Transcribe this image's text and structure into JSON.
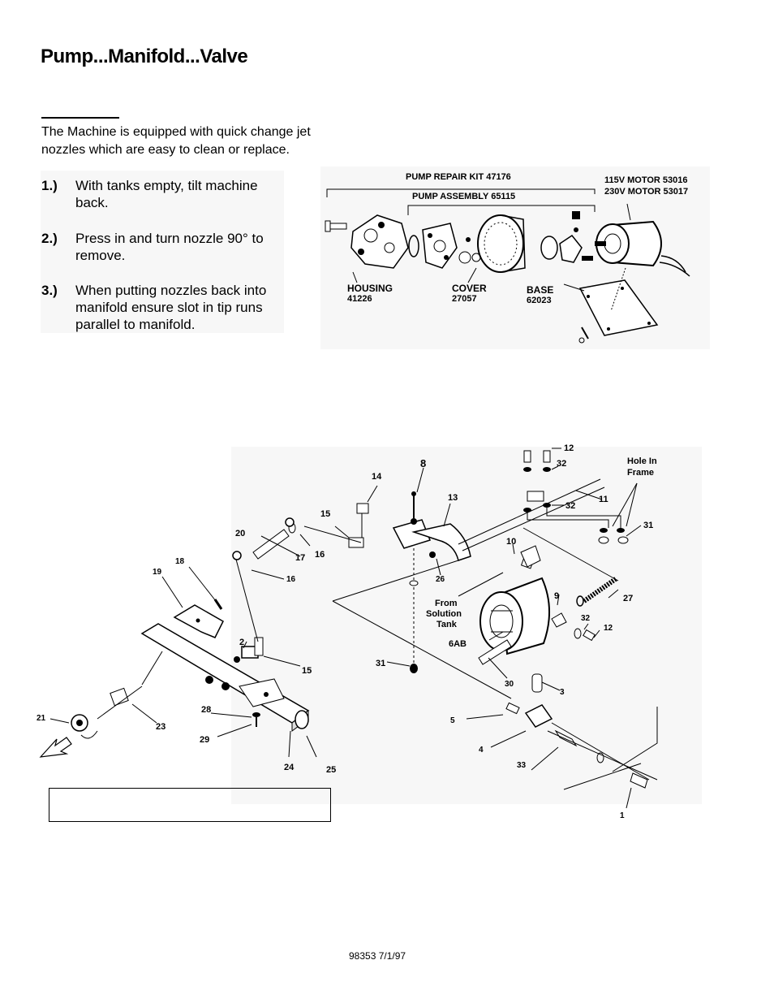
{
  "page": {
    "title": "Pump...Manifold...Valve",
    "intro": "The Machine is equipped with quick change jet nozzles which are easy to clean or replace.",
    "steps": [
      {
        "num": "1.)",
        "text": "With tanks empty, tilt machine back."
      },
      {
        "num": "2.)",
        "text": "Press in and turn nozzle 90° to remove."
      },
      {
        "num": "3.)",
        "text": "When putting nozzles back into manifold ensure slot in tip runs parallel to manifold."
      }
    ],
    "footer": "98353 7/1/97"
  },
  "pump_diagram": {
    "repair_kit": "PUMP REPAIR KIT 47176",
    "assembly": "PUMP ASSEMBLY 65115",
    "motor_115": "115V MOTOR 53016",
    "motor_230": "230V MOTOR 53017",
    "housing": "HOUSING",
    "housing_num": "41226",
    "cover": "COVER",
    "cover_num": "27057",
    "base": "BASE",
    "base_num": "62023"
  },
  "manifold_diagram": {
    "hole_in_frame_1": "Hole In",
    "hole_in_frame_2": "Frame",
    "from_solution_1": "From",
    "from_solution_2": "Solution",
    "from_solution_3": "Tank",
    "callouts": {
      "c1": "1",
      "c2": "2",
      "c3": "3",
      "c4": "4",
      "c5": "5",
      "c6ab": "6AB",
      "c8": "8",
      "c9": "9",
      "c10": "10",
      "c11": "11",
      "c12a": "12",
      "c12b": "12",
      "c13": "13",
      "c14": "14",
      "c15a": "15",
      "c15b": "15",
      "c16a": "16",
      "c16b": "16",
      "c17": "17",
      "c18": "18",
      "c19": "19",
      "c20": "20",
      "c21": "21",
      "c23": "23",
      "c24": "24",
      "c25": "25",
      "c26": "26",
      "c27": "27",
      "c28": "28",
      "c29": "29",
      "c30": "30",
      "c31a": "31",
      "c31b": "31",
      "c32a": "32",
      "c32b": "32",
      "c32c": "32",
      "c33": "33"
    }
  }
}
